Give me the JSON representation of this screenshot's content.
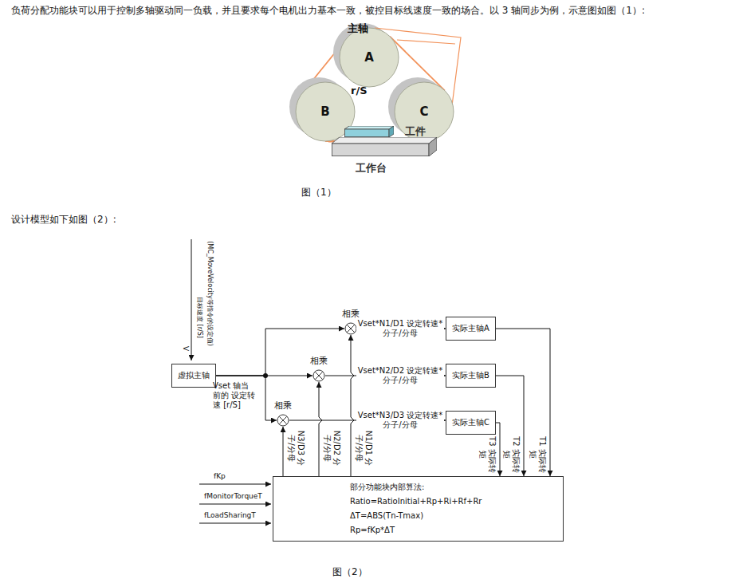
{
  "diagram": {
    "nodes": [
      {
        "text": [
          "A"
        ]
      },
      {
        "text": [
          "B"
        ]
      },
      {
        "text": [
          "C"
        ]
      },
      {
        "text": [
          "工件"
        ]
      },
      {
        "text": [
          "工作台"
        ]
      },
      {
        "text": [
          "虚拟主轴"
        ]
      },
      {
        "text": [
          "相乘"
        ]
      },
      {
        "text": [
          "相乘"
        ]
      },
      {
        "text": [
          "相乘"
        ]
      },
      {
        "text": [
          "实际主轴A"
        ]
      },
      {
        "text": [
          "实际主轴B"
        ]
      },
      {
        "text": [
          "实际主轴C"
        ]
      },
      {
        "text": [
          "部分功能块内部算法:",
          "Ratio=RatioInitial+Rp+Ri+Rf+Rr",
          "ΔT=ABS(Tn-Tmax)",
          "Rp=fKp*ΔT"
        ]
      }
    ],
    "edges": [
      {
        "from": 0,
        "to": 1,
        "arrow": "none"
      },
      {
        "from": 1,
        "to": 2,
        "arrow": "none"
      },
      {
        "from": 2,
        "to": 0,
        "arrow": "none"
      },
      {
        "from": 5,
        "to": 6,
        "label": "Vset 轴当前的 设定转速 [r/S]",
        "arrow": "to"
      },
      {
        "from": 5,
        "to": 7,
        "arrow": "to"
      },
      {
        "from": 5,
        "to": 8,
        "arrow": "to"
      },
      {
        "from": 6,
        "to": 9,
        "label": "Vset*N1/D1 设定转速*分子/分母",
        "arrow": "to"
      },
      {
        "from": 7,
        "to": 10,
        "label": "Vset*N2/D2 设定转速*分子/分母",
        "arrow": "to"
      },
      {
        "from": 8,
        "to": 11,
        "label": "Vset*N3/D3 设定转速*分子/分母",
        "arrow": "to"
      },
      {
        "from": 9,
        "to": 12,
        "label": "T1 实际转矩",
        "arrow": "to"
      },
      {
        "from": 10,
        "to": 12,
        "label": "T2 实际转矩",
        "arrow": "to"
      },
      {
        "from": 11,
        "to": 12,
        "label": "T3 实际转矩",
        "arrow": "to"
      },
      {
        "from": 12,
        "to": 6,
        "label": "N1/D1 分子/分母",
        "arrow": "to"
      },
      {
        "from": 12,
        "to": 7,
        "label": "N2/D2 分子/分母",
        "arrow": "to"
      },
      {
        "from": 12,
        "to": 8,
        "label": "N3/D3 分子/分母",
        "arrow": "to"
      }
    ],
    "labels": [
      "负荷分配功能块可以用于控制多轴驱动同一负载，并且要求每个电机出力基本一致，被控目标线速度一致的场合。以 3 轴同步为例，示意图如图（1）:",
      "主轴",
      "r/S",
      "图（1）",
      "设计模型如下如图（2）:",
      "V",
      "目标速度 [r/S]",
      "(MC_MoveVelocity等指令的设定值)",
      "fKp",
      "fMonitorTorqueT",
      "fLoadSharingT",
      "图（2）"
    ]
  }
}
